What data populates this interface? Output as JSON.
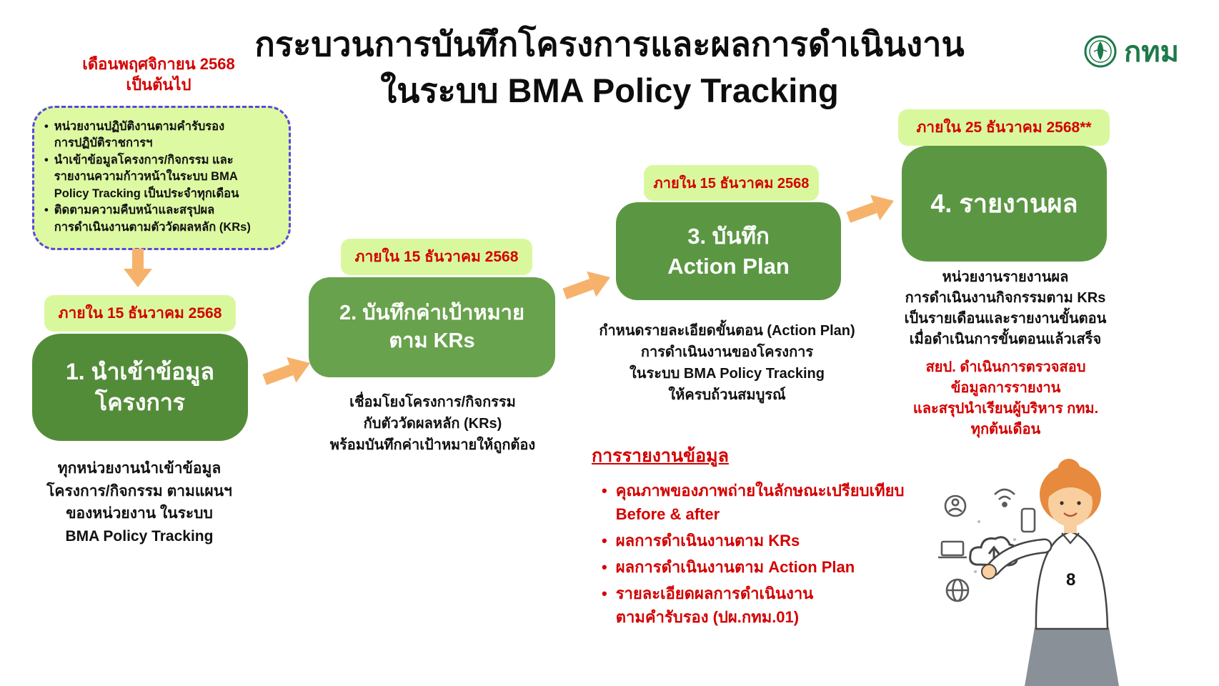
{
  "title": {
    "line1": "กระบวนการบันทึกโครงการและผลการดำเนินงาน",
    "line2": "ในระบบ BMA Policy Tracking"
  },
  "logo": {
    "label": "กทม"
  },
  "intro": {
    "date_note": "เดือนพฤศจิกายน 2568\nเป็นต้นไป",
    "bullets": [
      "หน่วยงานปฏิบัติงานตามคำรับรอง\nการปฏิบัติราชการฯ",
      "นำเข้าข้อมูลโครงการ/กิจกรรม และ\nรายงานความก้าวหน้าในระบบ BMA\nPolicy Tracking เป็นประจำทุกเดือน",
      "ติดตามความคืบหน้าและสรุปผล\nการดำเนินงานตามตัววัดผลหลัก (KRs)"
    ]
  },
  "steps": [
    {
      "badge": "ภายใน 15 ธันวาคม 2568",
      "title": "1. นำเข้าข้อมูล\nโครงการ",
      "description": "ทุกหน่วยงานนำเข้าข้อมูล\nโครงการ/กิจกรรม ตามแผนฯ\nของหน่วยงาน ในระบบ\nBMA Policy Tracking"
    },
    {
      "badge": "ภายใน 15 ธันวาคม 2568",
      "title": "2.  บันทึกค่าเป้าหมาย\nตาม KRs",
      "description": "เชื่อมโยงโครงการ/กิจกรรม\nกับตัววัดผลหลัก (KRs)\nพร้อมบันทึกค่าเป้าหมายให้ถูกต้อง"
    },
    {
      "badge": "ภายใน 15 ธันวาคม 2568",
      "title": "3. บันทึก\nAction Plan",
      "description": "กำหนดรายละเอียดขั้นตอน (Action Plan)\nการดำเนินงานของโครงการ\nในระบบ BMA Policy Tracking\nให้ครบถ้วนสมบูรณ์"
    },
    {
      "badge": "ภายใน 25 ธันวาคม 2568**",
      "title": "4. รายงานผล",
      "description": "หน่วยงานรายงานผล\nการดำเนินงานกิจกรรมตาม KRs\nเป็นรายเดือนและรายงานขั้นตอน\nเมื่อดำเนินการขั้นตอนแล้วเสร็จ",
      "note": "สยป. ดำเนินการตรวจสอบ\nข้อมูลการรายงาน\nและสรุปนำเรียนผู้บริหาร กทม.\nทุกต้นเดือน"
    }
  ],
  "reporting": {
    "heading": "การรายงานข้อมูล",
    "bullets": [
      "คุณภาพของภาพถ่ายในลักษณะเปรียบเทียบ\nBefore & after",
      "ผลการดำเนินงานตาม KRs",
      "ผลการดำเนินงานตาม Action Plan",
      "รายละเอียดผลการดำเนินงาน\nตามคำรับรอง (ปผ.กทม.01)"
    ]
  },
  "page_number": "8",
  "colors": {
    "step_green_dark": "#538c39",
    "step_green": "#5b9743",
    "step_green_light": "#69a24d",
    "badge_green": "#d9f89e",
    "intro_fill": "#ddf9a2",
    "intro_border": "#5a46e0",
    "arrow_orange": "#f6b26b",
    "text_red": "#d40000",
    "logo_green": "#1d7a4a"
  }
}
